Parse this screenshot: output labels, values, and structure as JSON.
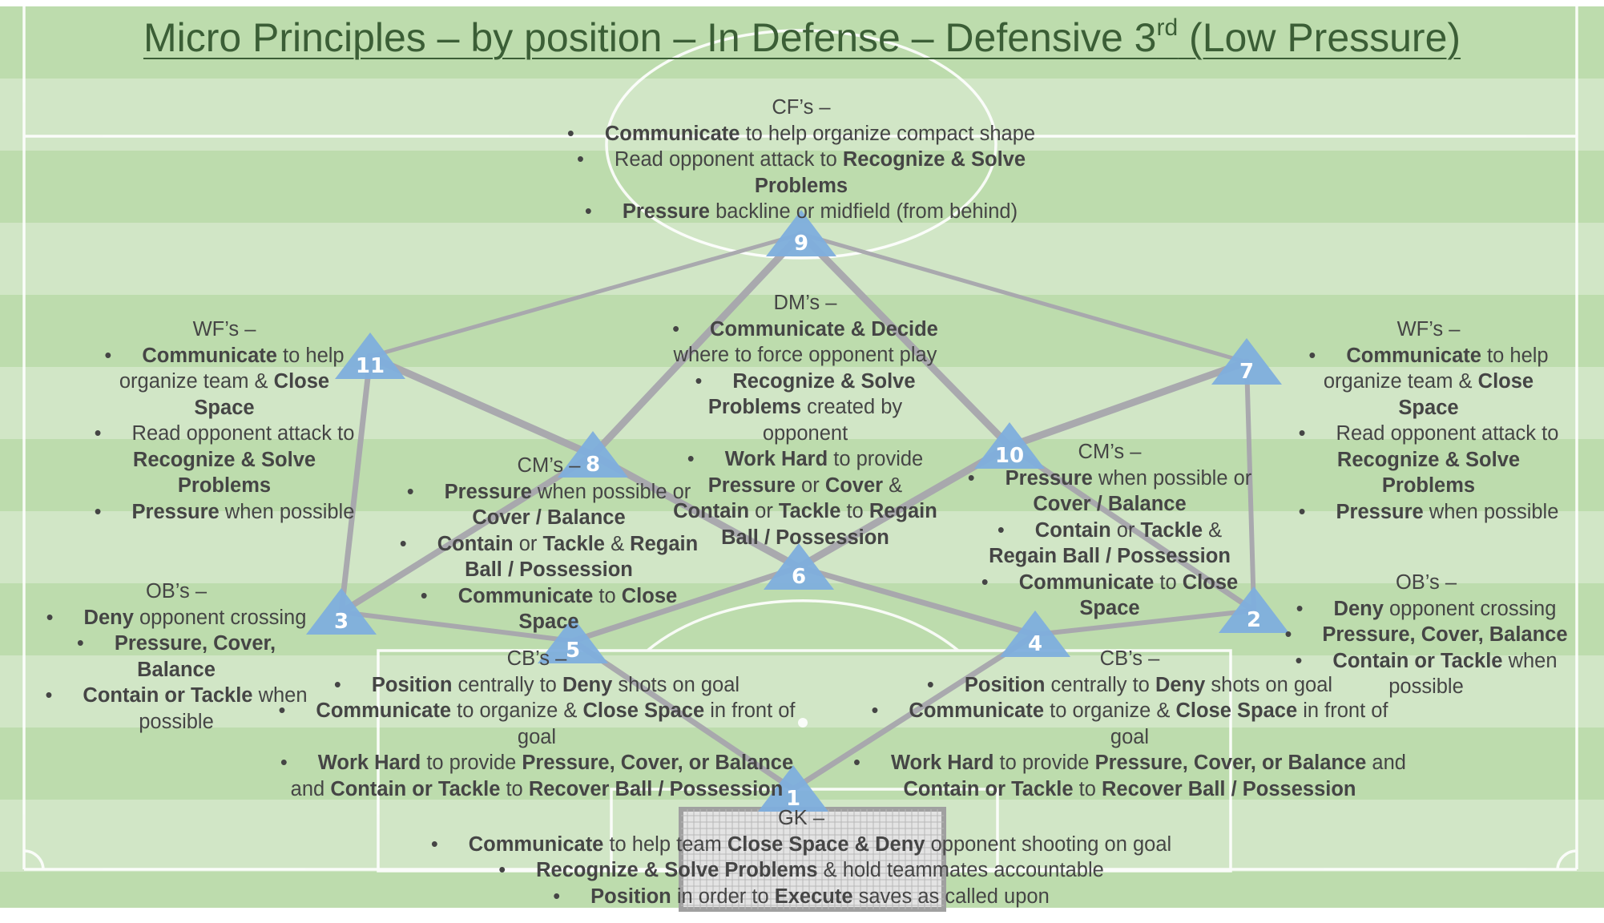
{
  "title": {
    "main": "Micro Principles – by position – In Defense – Defensive 3",
    "sup": "rd",
    "tail": " (Low Pressure)"
  },
  "colors": {
    "accent": "#3b5e36",
    "player": "#7eaedd",
    "line": "#a7a6ad",
    "stripe_light": "#d1e6c6",
    "stripe_dark": "#bddcad"
  },
  "players": [
    "9",
    "11",
    "7",
    "8",
    "10",
    "6",
    "3",
    "2",
    "5",
    "4",
    "1"
  ],
  "blocks": {
    "cf": {
      "header": "CF’s –",
      "items": [
        [
          {
            "b": "Communicate"
          },
          {
            "t": " to help organize compact shape"
          }
        ],
        [
          {
            "t": "Read opponent attack to "
          },
          {
            "b": "Recognize & Solve"
          },
          {
            "br": 1
          },
          {
            "b": "Problems"
          }
        ],
        [
          {
            "b": "Pressure"
          },
          {
            "t": " backline or midfield (from behind)"
          }
        ]
      ]
    },
    "dm": {
      "header": "DM’s –",
      "items": [
        [
          {
            "b": "Communicate & Decide"
          },
          {
            "br": 1
          },
          {
            "t": "where to force opponent play"
          }
        ],
        [
          {
            "b": "Recognize & Solve"
          },
          {
            "br": 1
          },
          {
            "b": "Problems"
          },
          {
            "t": " created by"
          },
          {
            "br": 1
          },
          {
            "t": "opponent"
          }
        ],
        [
          {
            "b": "Work Hard"
          },
          {
            "t": " to provide"
          },
          {
            "br": 1
          },
          {
            "b": "Pressure"
          },
          {
            "t": " or "
          },
          {
            "b": "Cover"
          },
          {
            "t": " &"
          },
          {
            "br": 1
          },
          {
            "b": "Contain"
          },
          {
            "t": " or "
          },
          {
            "b": "Tackle"
          },
          {
            "t": " to "
          },
          {
            "b": "Regain"
          },
          {
            "br": 1
          },
          {
            "b": "Ball / Possession"
          }
        ]
      ]
    },
    "wf_left": {
      "header": "WF’s –",
      "items": [
        [
          {
            "b": "Communicate"
          },
          {
            "t": " to help"
          },
          {
            "br": 1
          },
          {
            "t": "organize team & "
          },
          {
            "b": "Close"
          },
          {
            "br": 1
          },
          {
            "b": "Space"
          }
        ],
        [
          {
            "t": "Read opponent attack to"
          },
          {
            "br": 1
          },
          {
            "b": "Recognize & Solve"
          },
          {
            "br": 1
          },
          {
            "b": "Problems"
          }
        ],
        [
          {
            "b": "Pressure"
          },
          {
            "t": " when possible"
          }
        ]
      ]
    },
    "wf_right": {
      "header": "WF’s –",
      "items": [
        [
          {
            "b": "Communicate"
          },
          {
            "t": " to help"
          },
          {
            "br": 1
          },
          {
            "t": "organize team & "
          },
          {
            "b": "Close"
          },
          {
            "br": 1
          },
          {
            "b": "Space"
          }
        ],
        [
          {
            "t": "Read opponent attack to"
          },
          {
            "br": 1
          },
          {
            "b": "Recognize & Solve"
          },
          {
            "br": 1
          },
          {
            "b": "Problems"
          }
        ],
        [
          {
            "b": "Pressure"
          },
          {
            "t": " when possible"
          }
        ]
      ]
    },
    "cm_left": {
      "header": "CM’s –",
      "items": [
        [
          {
            "b": "Pressure"
          },
          {
            "t": " when possible or"
          },
          {
            "br": 1
          },
          {
            "b": "Cover / Balance"
          }
        ],
        [
          {
            "b": "Contain"
          },
          {
            "t": " or "
          },
          {
            "b": "Tackle"
          },
          {
            "t": " & "
          },
          {
            "b": "Regain"
          },
          {
            "br": 1
          },
          {
            "b": "Ball / Possession"
          }
        ],
        [
          {
            "b": "Communicate"
          },
          {
            "t": " to "
          },
          {
            "b": "Close"
          },
          {
            "br": 1
          },
          {
            "b": "Space"
          }
        ]
      ]
    },
    "cm_right": {
      "header": "CM’s –",
      "items": [
        [
          {
            "b": "Pressure"
          },
          {
            "t": " when possible or"
          },
          {
            "br": 1
          },
          {
            "b": "Cover / Balance"
          }
        ],
        [
          {
            "b": "Contain"
          },
          {
            "t": " or "
          },
          {
            "b": "Tackle"
          },
          {
            "t": " &"
          },
          {
            "br": 1
          },
          {
            "b": "Regain Ball / Possession"
          }
        ],
        [
          {
            "b": "Communicate"
          },
          {
            "t": " to "
          },
          {
            "b": "Close"
          },
          {
            "br": 1
          },
          {
            "b": "Space"
          }
        ]
      ]
    },
    "ob_left": {
      "header": "OB’s –",
      "items": [
        [
          {
            "b": "Deny"
          },
          {
            "t": " opponent crossing"
          }
        ],
        [
          {
            "b": "Pressure, Cover,"
          },
          {
            "br": 1
          },
          {
            "b": "Balance"
          }
        ],
        [
          {
            "b": "Contain or Tackle"
          },
          {
            "t": " when"
          },
          {
            "br": 1
          },
          {
            "t": "possible"
          }
        ]
      ]
    },
    "ob_right": {
      "header": "OB’s –",
      "items": [
        [
          {
            "b": "Deny"
          },
          {
            "t": " opponent crossing"
          }
        ],
        [
          {
            "b": "Pressure, Cover, Balance"
          }
        ],
        [
          {
            "b": "Contain or Tackle"
          },
          {
            "t": " when"
          },
          {
            "br": 1
          },
          {
            "t": "possible"
          }
        ]
      ]
    },
    "cb_left": {
      "header": "CB’s –",
      "items": [
        [
          {
            "b": "Position"
          },
          {
            "t": " centrally to "
          },
          {
            "b": "Deny"
          },
          {
            "t": " shots on goal"
          }
        ],
        [
          {
            "b": "Communicate"
          },
          {
            "t": " to organize & "
          },
          {
            "b": "Close Space"
          },
          {
            "t": " in front of"
          },
          {
            "br": 1
          },
          {
            "t": "goal"
          }
        ],
        [
          {
            "b": "Work Hard"
          },
          {
            "t": " to provide "
          },
          {
            "b": "Pressure, Cover, or Balance"
          },
          {
            "br": 1
          },
          {
            "t": "and "
          },
          {
            "b": "Contain or Tackle"
          },
          {
            "t": " to "
          },
          {
            "b": "Recover Ball / Possession"
          }
        ]
      ]
    },
    "cb_right": {
      "header": "CB’s –",
      "items": [
        [
          {
            "b": "Position"
          },
          {
            "t": " centrally to "
          },
          {
            "b": "Deny"
          },
          {
            "t": " shots on goal"
          }
        ],
        [
          {
            "b": "Communicate"
          },
          {
            "t": " to organize & "
          },
          {
            "b": "Close Space"
          },
          {
            "t": " in front of"
          },
          {
            "br": 1
          },
          {
            "t": "goal"
          }
        ],
        [
          {
            "b": "Work Hard"
          },
          {
            "t": " to provide "
          },
          {
            "b": "Pressure, Cover, or Balance"
          },
          {
            "t": " and"
          },
          {
            "br": 1
          },
          {
            "b": "Contain or Tackle"
          },
          {
            "t": " to "
          },
          {
            "b": "Recover Ball / Possession"
          }
        ]
      ]
    },
    "gk": {
      "header": "GK –",
      "items": [
        [
          {
            "b": "Communicate"
          },
          {
            "t": " to help team "
          },
          {
            "b": "Close Space & Deny"
          },
          {
            "t": " opponent shooting on goal"
          }
        ],
        [
          {
            "b": "Recognize & Solve Problems"
          },
          {
            "t": " & hold teammates accountable"
          }
        ],
        [
          {
            "b": "Position"
          },
          {
            "t": " in order to "
          },
          {
            "b": "Execute"
          },
          {
            "t": " saves as called upon"
          }
        ]
      ]
    }
  }
}
